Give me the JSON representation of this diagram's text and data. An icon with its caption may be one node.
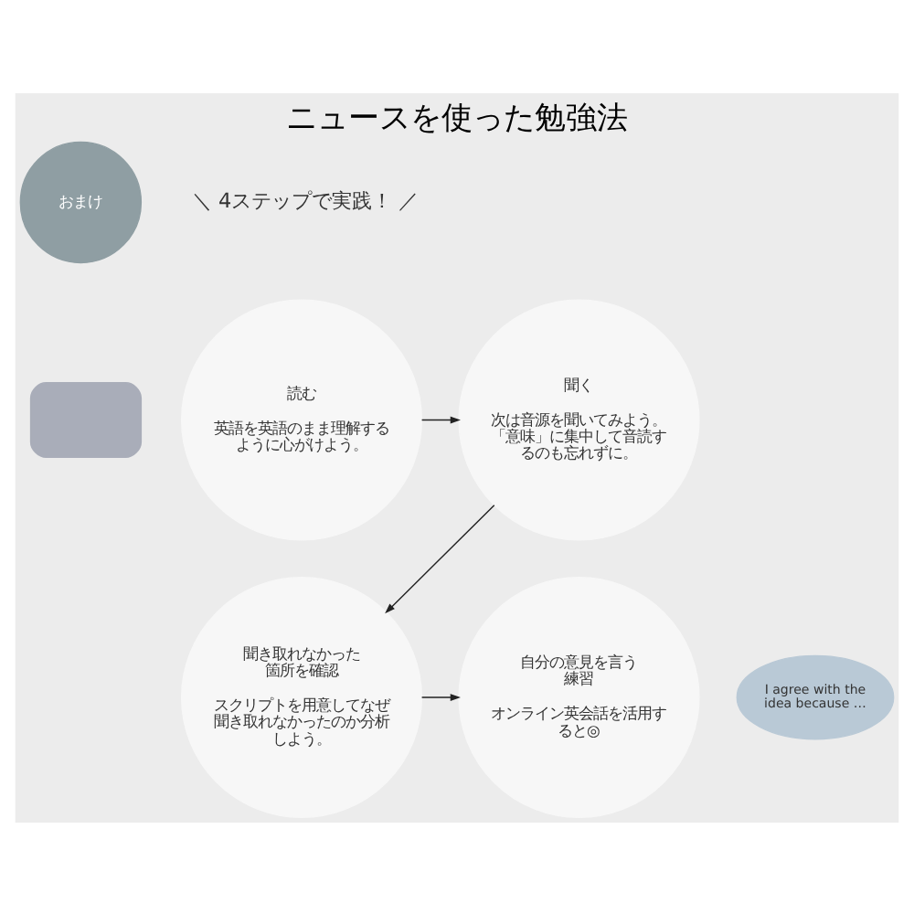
{
  "diagram": {
    "title": "ニュースを使った勉強法",
    "nodes": [
      {
        "text": [
          "おまけ"
        ]
      },
      {
        "text": [],
        "shape": "box"
      },
      {
        "text": [
          "読む",
          "英語を英語のまま理解するように心がけよう。"
        ]
      },
      {
        "text": [
          "聞く",
          "次は音源を聞いてみよう。「意味」に集中して音読するのも忘れずに。"
        ]
      },
      {
        "text": [
          "聞き取れなかった箇所を確認",
          "スクリプトを用意してなぜ聞き取れなかったのか分析しよう。"
        ]
      },
      {
        "text": [
          "自分の意見を言う練習",
          "オンライン英会話を活用すると◎"
        ]
      },
      {
        "text": [
          "I agree with the idea because …"
        ]
      }
    ],
    "edges": [
      {
        "from": 2,
        "to": 3,
        "arrow": "to"
      },
      {
        "from": 3,
        "to": 4,
        "arrow": "to"
      },
      {
        "from": 4,
        "to": 5,
        "arrow": "to"
      }
    ],
    "labels": [
      "＼ 4ステップで実践！ ／"
    ]
  }
}
